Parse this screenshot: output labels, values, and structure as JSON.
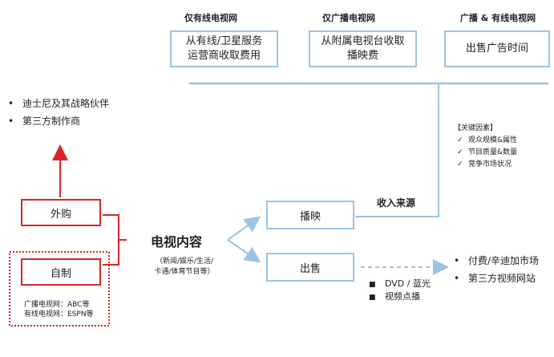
{
  "columns": [
    {
      "heading": "仅有线电视网",
      "box": "从有线/卫星服务\n运营商收取费用"
    },
    {
      "heading": "仅广播电视网",
      "box": "从附属电视台收取\n播映费"
    },
    {
      "heading": "广播 & 有线电视网",
      "box": "出售广告时间"
    }
  ],
  "acquire": {
    "partners": [
      "迪士尼及其战略伙伴",
      "第三方制作商"
    ],
    "outsource_label": "外购",
    "inhouse_label": "自制",
    "inhouse_note": [
      "广播电视网：ABC等",
      "有线电视网：ESPN等"
    ]
  },
  "content": {
    "title": "电视内容",
    "subtitle": [
      "（新闻/娱乐/生活/",
      "卡通/体育节目等）"
    ]
  },
  "paths": {
    "broadcast_label": "播映",
    "sell_label": "出售",
    "revenue_label": "收入来源"
  },
  "factors": {
    "title": "【关键因素】",
    "items": [
      "观众规模&属性",
      "节目质量&数量",
      "竞争市场状况"
    ]
  },
  "sales_formats": [
    "DVD / 蓝光",
    "视频点播"
  ],
  "sales_channels": [
    "付费/辛迪加市场",
    "第三方视频网站"
  ],
  "colors": {
    "blue": "#9cc3e4",
    "red": "#d8262a",
    "text": "#222222"
  }
}
